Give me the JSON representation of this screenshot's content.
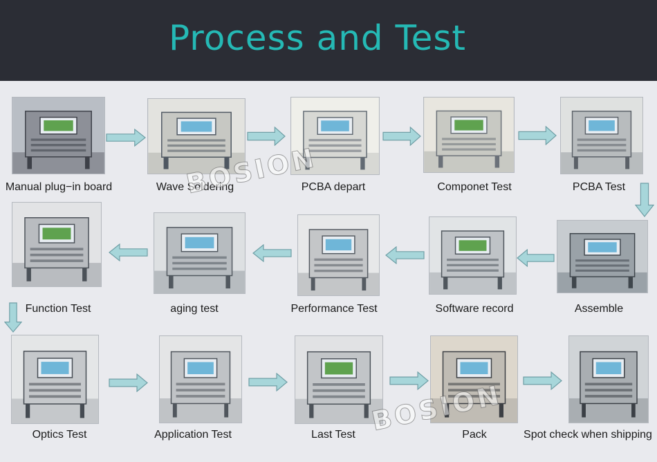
{
  "title": "Process and Test",
  "watermark": "BOSION",
  "steps": [
    {
      "label": "Manual plug−in board"
    },
    {
      "label": "Wave Soldering"
    },
    {
      "label": "PCBA depart"
    },
    {
      "label": "Componet Test"
    },
    {
      "label": "PCBA Test"
    },
    {
      "label": "Assemble"
    },
    {
      "label": "Software record"
    },
    {
      "label": "Performance Test"
    },
    {
      "label": "aging test"
    },
    {
      "label": "Function Test"
    },
    {
      "label": "Optics Test"
    },
    {
      "label": "Application Test"
    },
    {
      "label": "Last Test"
    },
    {
      "label": "Pack"
    },
    {
      "label": "Spot check when shipping"
    }
  ],
  "colors": {
    "header_bg": "#2b2d35",
    "title": "#25b9b5",
    "page_bg": "#e9eaee",
    "arrow_fill": "#a7d6da",
    "arrow_stroke": "#6f9fa6"
  }
}
